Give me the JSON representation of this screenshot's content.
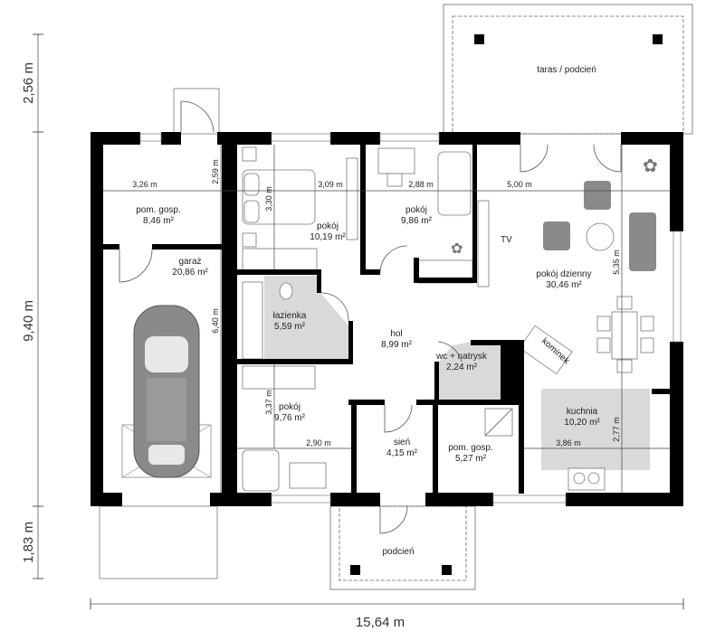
{
  "overall": {
    "width": "15,64 m",
    "height_total": "9,40 m",
    "top_offset": "2,56 m",
    "bottom_offset": "1,83 m"
  },
  "rooms": {
    "terrace": {
      "name": "taras / podcień"
    },
    "porch": {
      "name": "podcień"
    },
    "utility1": {
      "name": "pom. gosp.",
      "area": "8,46 m²"
    },
    "garage": {
      "name": "garaż",
      "area": "20,86 m²"
    },
    "bedroom1": {
      "name": "pokój",
      "area": "10,19 m²"
    },
    "bedroom2": {
      "name": "pokój",
      "area": "9,86 m²"
    },
    "living": {
      "name": "pokój dzienny",
      "area": "30,46 m²"
    },
    "bathroom": {
      "name": "łazienka",
      "area": "5,59 m²"
    },
    "hall": {
      "name": "hol",
      "area": "8,99 m²"
    },
    "wc": {
      "name": "wc + natrysk",
      "area": "2,24 m²"
    },
    "bedroom3": {
      "name": "pokój",
      "area": "9,76 m²"
    },
    "vestibule": {
      "name": "sień",
      "area": "4,15 m²"
    },
    "utility2": {
      "name": "pom. gosp.",
      "area": "5,27 m²"
    },
    "kitchen": {
      "name": "kuchnia",
      "area": "10,20 m²"
    }
  },
  "labels": {
    "tv": "TV",
    "fireplace": "kominek"
  },
  "dimensions": {
    "utility1_width": "3,26 m",
    "utility1_depth": "2,59 m",
    "bedroom1_width": "3,09 m",
    "bedroom1_depth": "3,30 m",
    "bedroom2_width": "2,88 m",
    "living_width": "5,00 m",
    "living_depth": "5,35 m",
    "garage_depth": "6,40 m",
    "bedroom3_depth": "3,37 m",
    "bedroom3_width": "2,90 m",
    "kitchen_width": "3,86 m",
    "kitchen_depth": "2,77 m"
  }
}
